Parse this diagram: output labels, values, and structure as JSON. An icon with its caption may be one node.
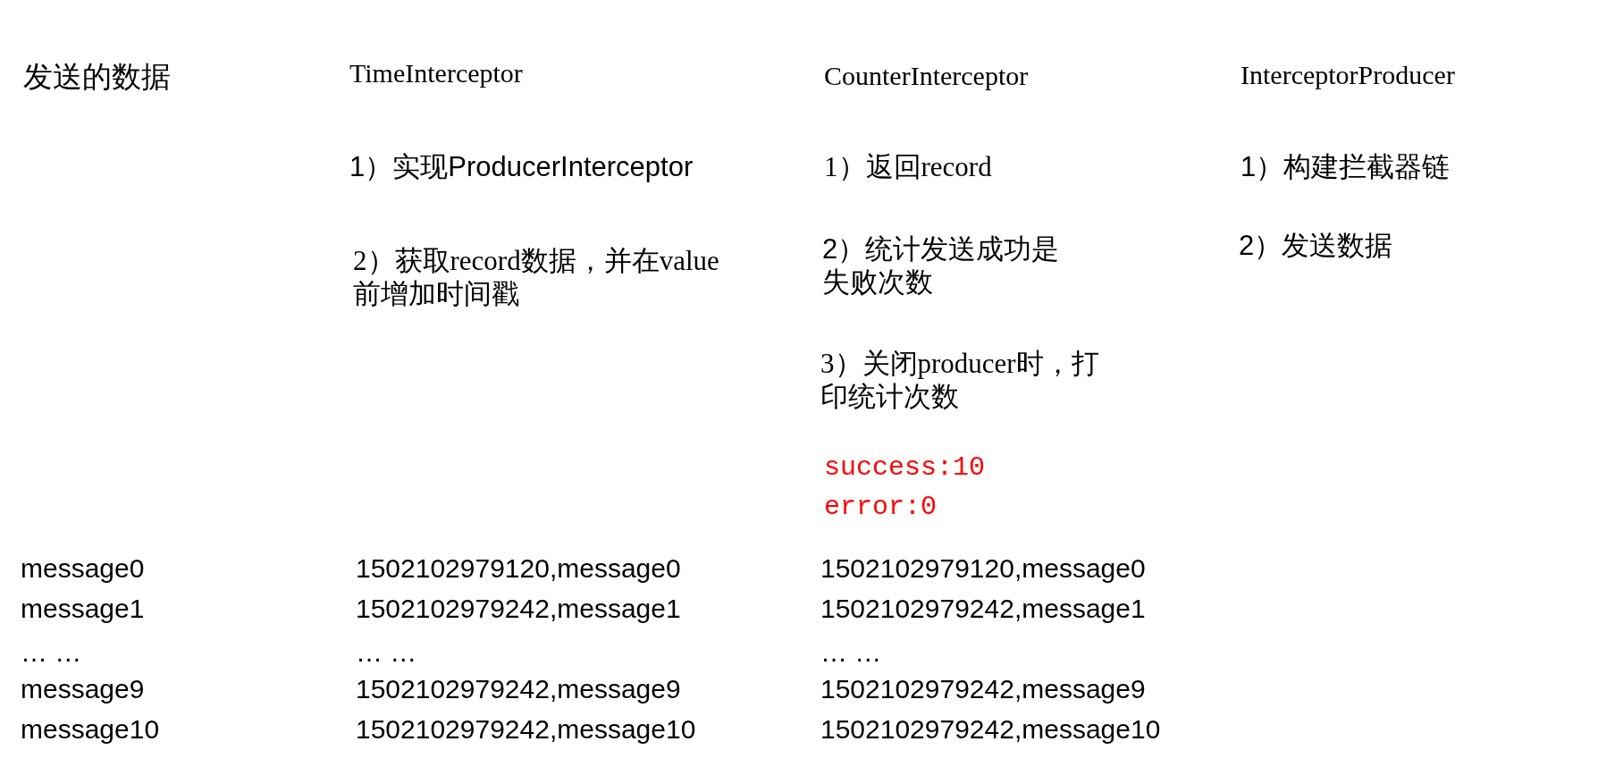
{
  "diagram": {
    "labels": [
      "发送的数据",
      "TimeInterceptor",
      "CounterInterceptor",
      "InterceptorProducer",
      "1）实现ProducerInterceptor",
      "2）获取record数据，并在value前增加时间戳",
      "1）返回record",
      "2）统计发送成功是失败次数",
      "3）关闭producer时，打印统计次数",
      "success:10",
      "error:0",
      "1）构建拦截器链",
      "2）发送数据",
      "message0",
      "1502102979120,message0",
      "1502102979120,message0",
      "message1",
      "1502102979242,message1",
      "1502102979242,message1",
      "… …",
      "… …",
      "… …",
      "message9",
      "1502102979242,message9",
      "1502102979242,message9",
      "message10",
      "1502102979242,message10",
      "1502102979242,message10"
    ]
  }
}
